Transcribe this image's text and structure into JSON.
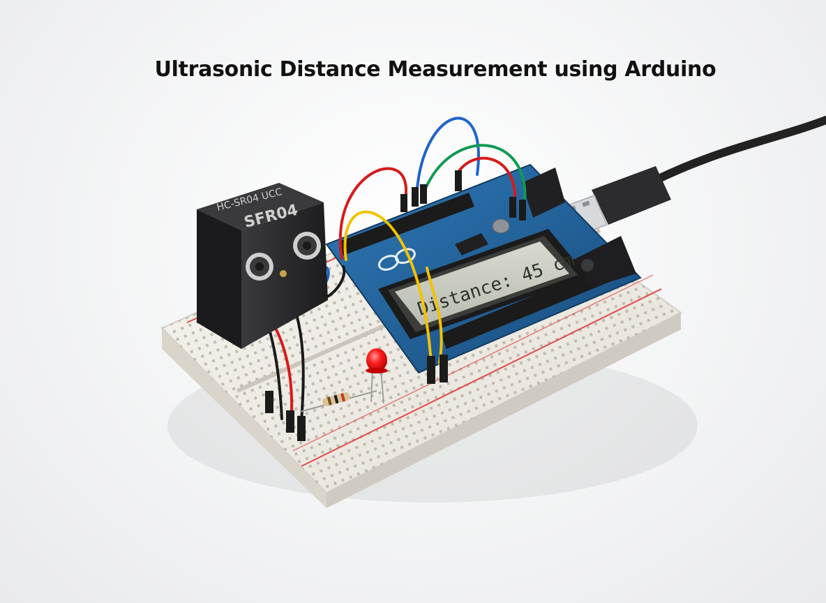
{
  "title": "Ultrasonic Distance Measurement using Arduino",
  "sensor": {
    "label_top": "HC-SR04 UCC",
    "label_main": "SFR04"
  },
  "lcd": {
    "text": "Distance: 45 cm"
  },
  "colors": {
    "background": "#f3f4f5",
    "breadboard": "#efede6",
    "arduino_board": "#1f5f96",
    "lcd_screen": "#c9cbbf",
    "sensor_body": "#2a2a2c",
    "led": "#ff1a1a",
    "wire_red": "#d61a1a",
    "wire_blue": "#1f64c9",
    "wire_green": "#129a55",
    "wire_yellow": "#f2c200",
    "wire_black": "#1a1a1a",
    "usb_cable": "#222222"
  },
  "icons": [
    "usb-plug-icon",
    "arduino-logo-icon"
  ]
}
